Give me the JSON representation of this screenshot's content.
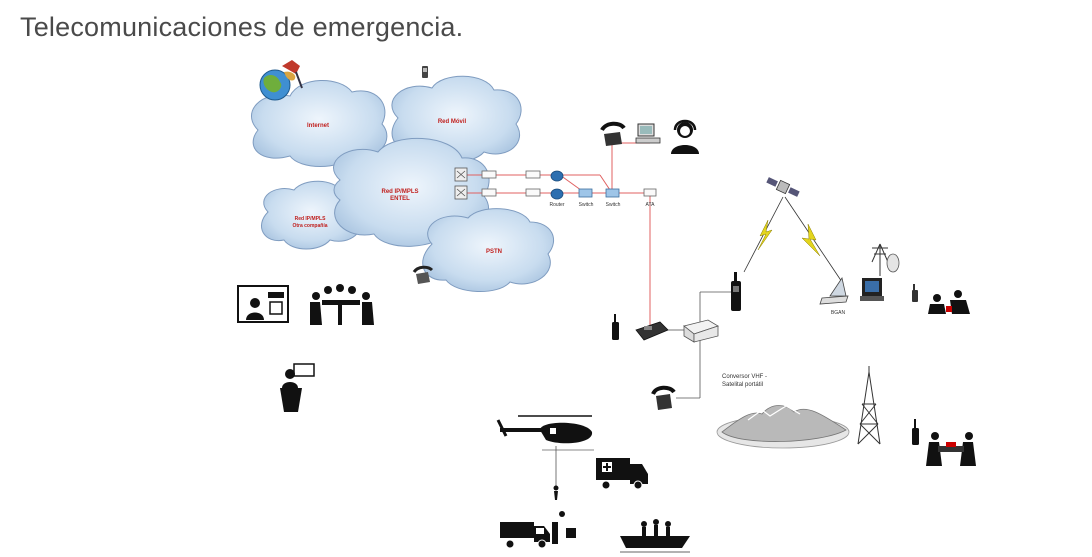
{
  "title": "Telecomunicaciones de emergencia.",
  "clouds": {
    "internet": "Internet",
    "red_movil": "Red Móvil",
    "red_ip_entel_1": "Red IP/MPLS",
    "red_ip_entel_2": "ENTEL",
    "red_ip_otra_1": "Red IP/MPLS",
    "red_ip_otra_2": "Otra compañía",
    "pstn": "PSTN"
  },
  "devices": {
    "router": "Router",
    "switch1": "Switch",
    "switch2": "Switch",
    "ata": "ATA",
    "bgan": "BGAN",
    "converter_1": "Conversor VHF -",
    "converter_2": "Satelital portátil"
  },
  "colors": {
    "cloud_fill": "#cfe0f0",
    "cloud_stroke": "#7f9cc0",
    "link": "#e06060",
    "label_red": "#c0201e"
  }
}
